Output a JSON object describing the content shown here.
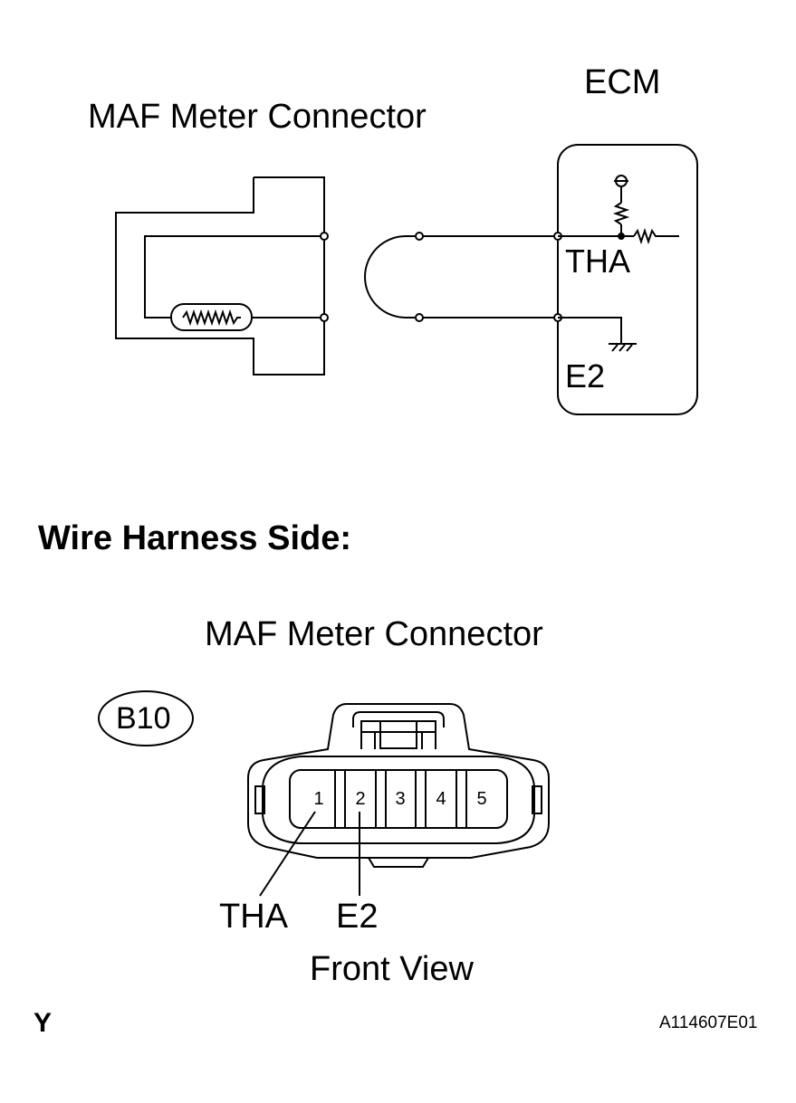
{
  "schematic": {
    "maf_title": "MAF Meter Connector",
    "ecm_title": "ECM",
    "tha_terminal": "THA",
    "e2_terminal": "E2"
  },
  "harness": {
    "heading": "Wire Harness Side:",
    "connector_title": "MAF Meter Connector",
    "connector_code": "B10",
    "pins": [
      "1",
      "2",
      "3",
      "4",
      "5"
    ],
    "pin1_label": "THA",
    "pin2_label": "E2",
    "view_label": "Front View"
  },
  "footer": {
    "mark": "Y",
    "figure_code": "A114607E01"
  }
}
